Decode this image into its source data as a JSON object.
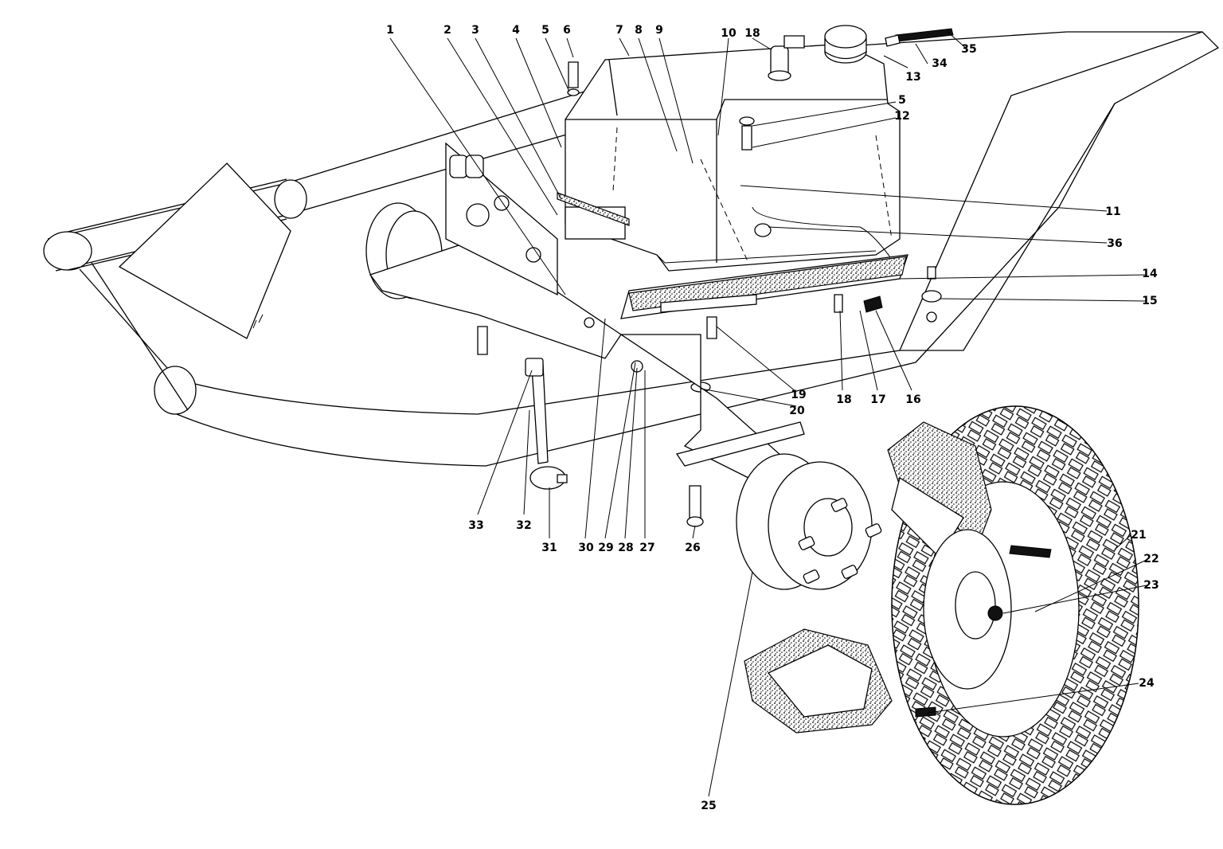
{
  "diagram": {
    "callouts": [
      {
        "id": "c1",
        "text": "1"
      },
      {
        "id": "c2",
        "text": "2"
      },
      {
        "id": "c3",
        "text": "3"
      },
      {
        "id": "c4",
        "text": "4"
      },
      {
        "id": "c5a",
        "text": "5"
      },
      {
        "id": "c6",
        "text": "6"
      },
      {
        "id": "c7",
        "text": "7"
      },
      {
        "id": "c8",
        "text": "8"
      },
      {
        "id": "c9",
        "text": "9"
      },
      {
        "id": "c10",
        "text": "10"
      },
      {
        "id": "c18a",
        "text": "18"
      },
      {
        "id": "c13",
        "text": "13"
      },
      {
        "id": "c34",
        "text": "34"
      },
      {
        "id": "c35",
        "text": "35"
      },
      {
        "id": "c5b",
        "text": "5"
      },
      {
        "id": "c12",
        "text": "12"
      },
      {
        "id": "c11",
        "text": "11"
      },
      {
        "id": "c36",
        "text": "36"
      },
      {
        "id": "c14",
        "text": "14"
      },
      {
        "id": "c15",
        "text": "15"
      },
      {
        "id": "c19",
        "text": "19"
      },
      {
        "id": "c18b",
        "text": "18"
      },
      {
        "id": "c17",
        "text": "17"
      },
      {
        "id": "c16",
        "text": "16"
      },
      {
        "id": "c20",
        "text": "20"
      },
      {
        "id": "c21",
        "text": "21"
      },
      {
        "id": "c22",
        "text": "22"
      },
      {
        "id": "c23",
        "text": "23"
      },
      {
        "id": "c24",
        "text": "24"
      },
      {
        "id": "c25",
        "text": "25"
      },
      {
        "id": "c26",
        "text": "26"
      },
      {
        "id": "c27",
        "text": "27"
      },
      {
        "id": "c28",
        "text": "28"
      },
      {
        "id": "c29",
        "text": "29"
      },
      {
        "id": "c30",
        "text": "30"
      },
      {
        "id": "c31",
        "text": "31"
      },
      {
        "id": "c32",
        "text": "32"
      },
      {
        "id": "c33",
        "text": "33"
      }
    ]
  }
}
